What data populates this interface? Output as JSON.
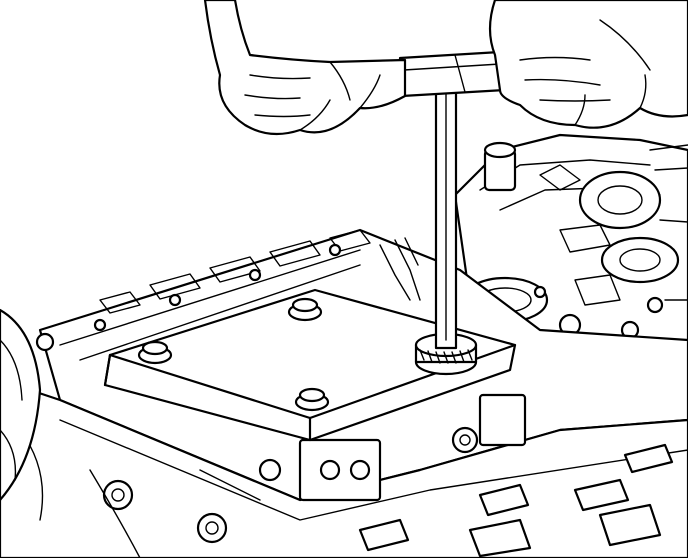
{
  "figure": {
    "colors": {
      "ink": "#000000",
      "paper": "#ffffff"
    },
    "parts": [
      "left-hand",
      "right-hand",
      "t-handle-tool",
      "tool-shaft",
      "knurled-collar",
      "cover-plate",
      "engine-block",
      "cylinder-head",
      "bolts"
    ]
  }
}
